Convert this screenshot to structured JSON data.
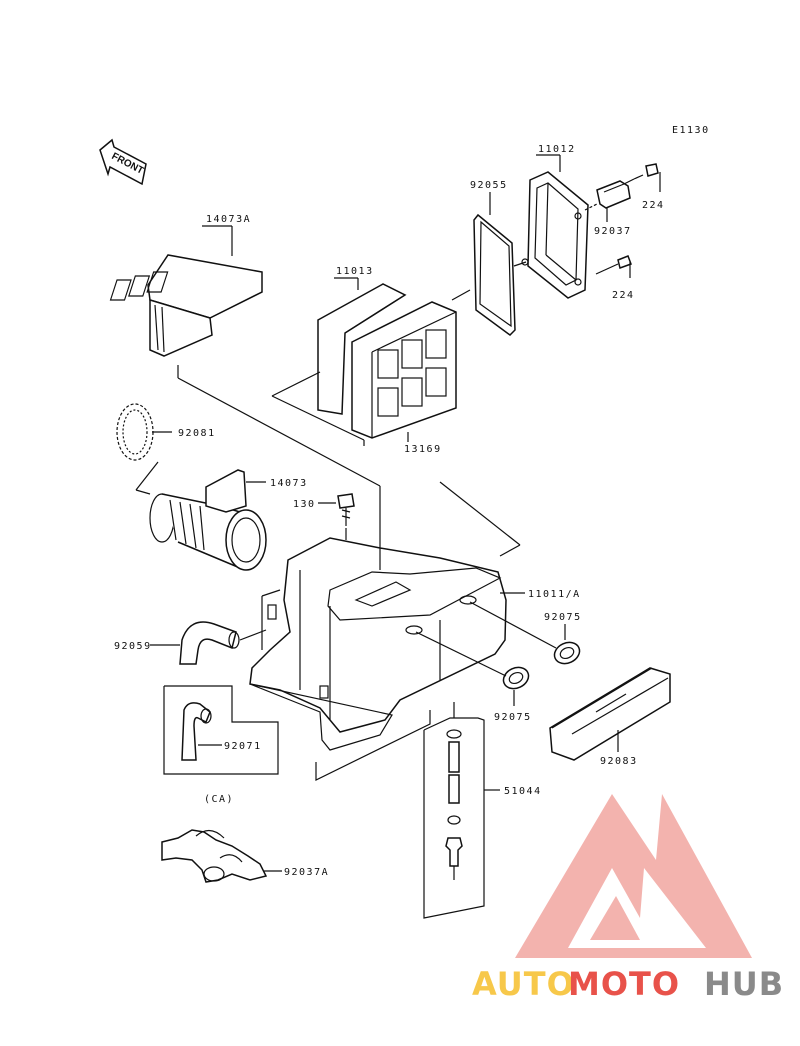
{
  "diagram_code": "E1130",
  "front_label": "FRONT",
  "parts": {
    "p11012": "11012",
    "p92055": "92055",
    "p224_top": "224",
    "p92037": "92037",
    "p224_bottom": "224",
    "p14073A": "14073A",
    "p11013": "11013",
    "p13169": "13169",
    "p92081": "92081",
    "p14073": "14073",
    "p130": "130",
    "p11011A": "11011/A",
    "p92075_right": "92075",
    "p92059": "92059",
    "p92071": "92071",
    "p92075_bottom": "92075",
    "p92083": "92083",
    "p51044": "51044",
    "ca_note": "(CA)",
    "p92037A": "92037A"
  },
  "watermark": {
    "part1": "AUTO",
    "part2": "MOTO",
    "part3": "HUB",
    "color_yellow": "#f7c84a",
    "color_red": "#e8524a",
    "color_gray": "#8a8a8a"
  }
}
